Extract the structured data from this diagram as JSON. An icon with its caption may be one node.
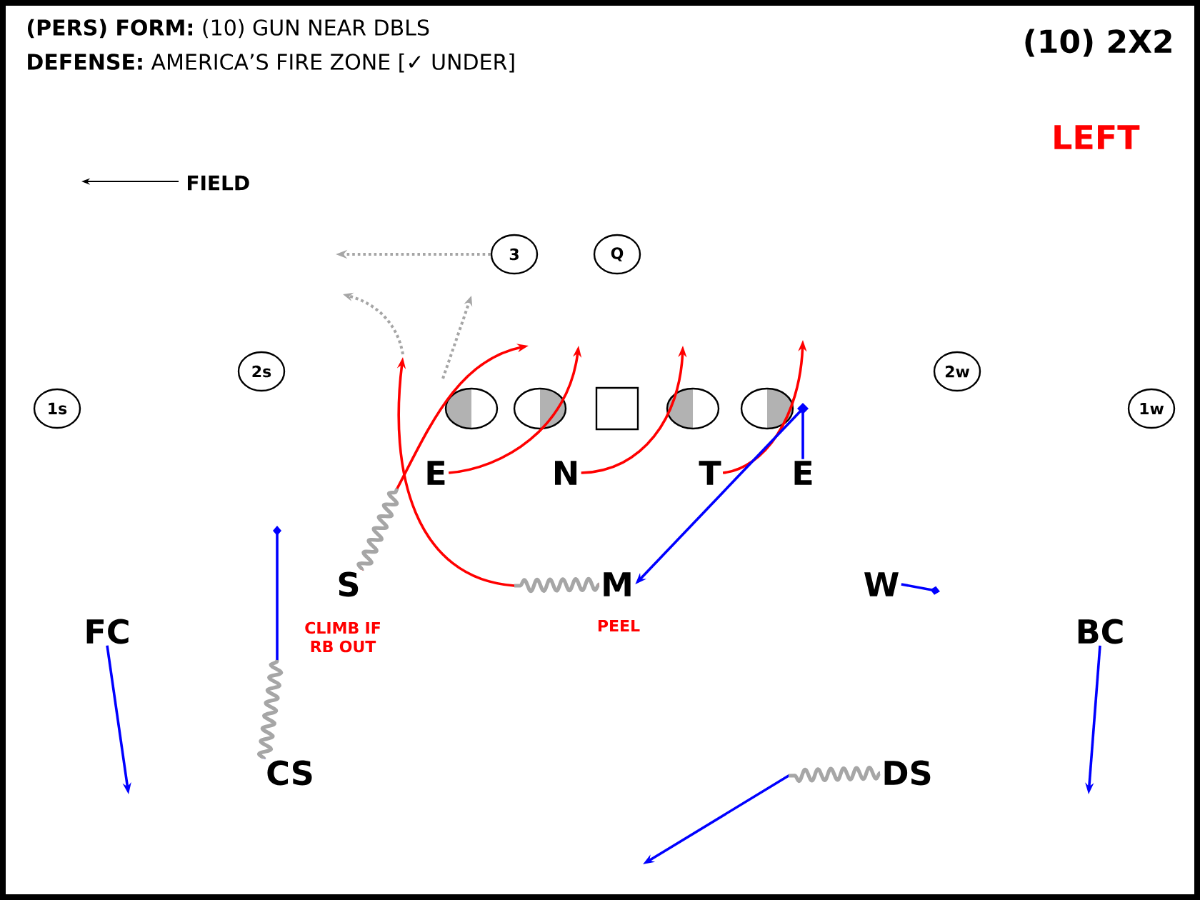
{
  "diagram": {
    "nodes": [
      {
        "text": [
          "1s"
        ]
      },
      {
        "text": [
          "2s"
        ]
      },
      {
        "text": [
          "3"
        ]
      },
      {
        "text": [
          "Q"
        ]
      },
      {
        "text": [
          "2w"
        ]
      },
      {
        "text": [
          "1w"
        ]
      },
      {
        "text": [],
        "shape": "circle"
      },
      {
        "text": [],
        "shape": "circle"
      },
      {
        "text": [],
        "shape": "box"
      },
      {
        "text": [],
        "shape": "circle"
      },
      {
        "text": [],
        "shape": "circle"
      },
      {
        "text": [
          "E"
        ]
      },
      {
        "text": [
          "N"
        ]
      },
      {
        "text": [
          "T"
        ]
      },
      {
        "text": [
          "E"
        ]
      },
      {
        "text": [
          "S"
        ],
        "beside": [
          "CLIMB IF RB OUT"
        ]
      },
      {
        "text": [
          "M"
        ],
        "beside": [
          "PEEL"
        ]
      },
      {
        "text": [
          "W"
        ]
      },
      {
        "text": [
          "FC"
        ]
      },
      {
        "text": [
          "BC"
        ]
      },
      {
        "text": [
          "CS"
        ]
      },
      {
        "text": [
          "DS"
        ]
      }
    ],
    "edges": [
      {
        "from": 2,
        "to": null,
        "arrow": "to",
        "style": "dashed",
        "color": "#a6a6a6"
      },
      {
        "from": 11,
        "to": null,
        "arrow": "to",
        "color": "#ff0000"
      },
      {
        "from": 12,
        "to": null,
        "arrow": "to",
        "color": "#ff0000"
      },
      {
        "from": 13,
        "to": null,
        "arrow": "to",
        "color": "#ff0000"
      },
      {
        "from": 14,
        "to": 16,
        "arrow": "to",
        "color": "#0000ff"
      },
      {
        "from": 15,
        "to": null,
        "arrow": "to",
        "color": "#ff0000"
      },
      {
        "from": 16,
        "to": null,
        "arrow": "to",
        "color": "#ff0000"
      },
      {
        "from": 17,
        "to": null,
        "arrow": "other",
        "color": "#0000ff"
      },
      {
        "from": 18,
        "to": null,
        "arrow": "to",
        "color": "#0000ff"
      },
      {
        "from": 19,
        "to": null,
        "arrow": "to",
        "color": "#0000ff"
      },
      {
        "from": 20,
        "to": null,
        "arrow": "other",
        "color": "#0000ff"
      },
      {
        "from": 21,
        "to": null,
        "arrow": "to",
        "color": "#0000ff"
      }
    ],
    "labels": [
      "**(PERS) FORM:** (10) GUN NEAR DBLS",
      "**DEFENSE:** AMERICA’S FIRE ZONE [✓ UNDER]",
      "(10) 2X2",
      "LEFT",
      "FIELD"
    ]
  }
}
